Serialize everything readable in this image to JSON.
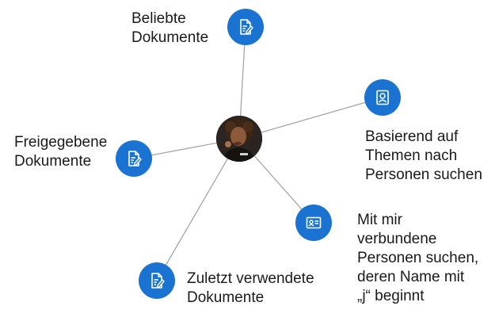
{
  "nodes": {
    "popular": {
      "label": "Beliebte\nDokumente",
      "icon": "document-edit-icon"
    },
    "shared": {
      "label": "Freigegebene\nDokumente",
      "icon": "document-edit-icon"
    },
    "recent": {
      "label": "Zuletzt verwendete\nDokumente",
      "icon": "document-edit-icon"
    },
    "topics": {
      "label": "Basierend auf\nThemen nach\nPersonen suchen",
      "icon": "person-badge-icon"
    },
    "connected": {
      "label": "Mit mir\nverbundene\nPersonen suchen,\nderen Name mit\n„j“ beginnt",
      "icon": "contact-card-icon"
    }
  },
  "center": {
    "icon": "profile-photo"
  },
  "colors": {
    "node": "#1a73d1",
    "line": "#a6a6a6",
    "text": "#1a1a1a"
  }
}
